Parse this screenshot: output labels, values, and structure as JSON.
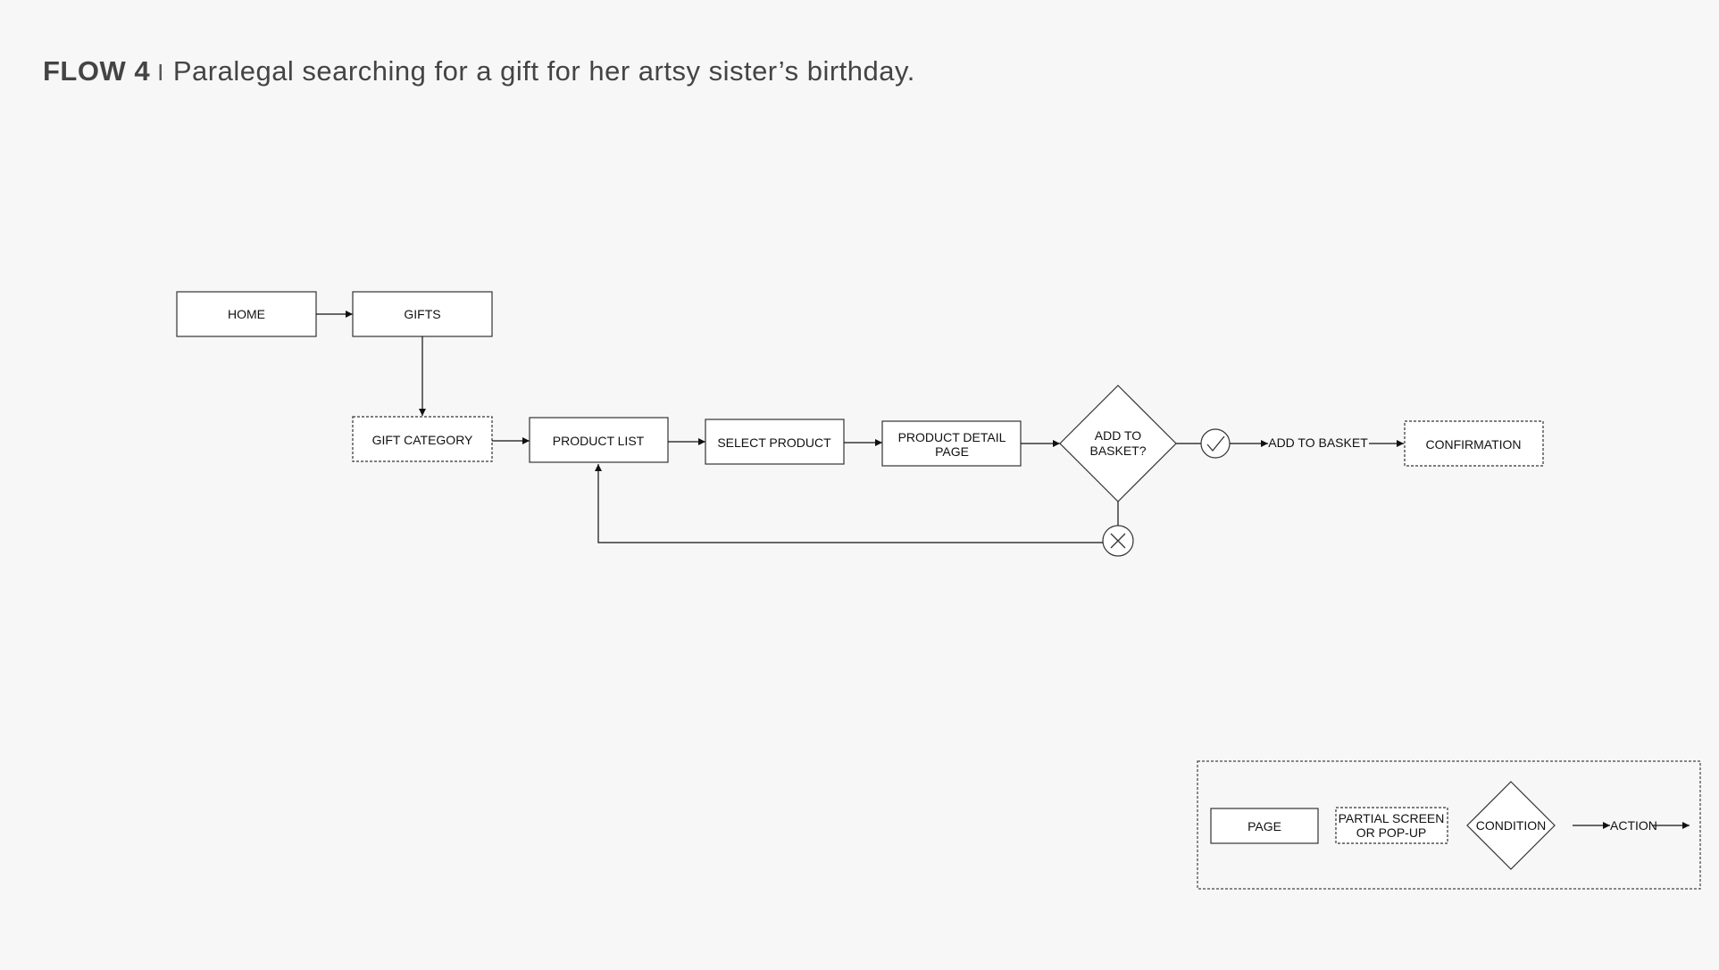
{
  "header": {
    "flow_label": "FLOW 4",
    "separator": "I",
    "description": "Paralegal searching for a gift for her artsy sister’s birthday."
  },
  "flow": {
    "home": "HOME",
    "gifts": "GIFTS",
    "gift_category": "GIFT CATEGORY",
    "product_list": "PRODUCT LIST",
    "select_product": "SELECT PRODUCT",
    "product_detail_line1": "PRODUCT DETAIL",
    "product_detail_line2": "PAGE",
    "decision_line1": "ADD TO",
    "decision_line2": "BASKET?",
    "action_add_to_basket": "ADD TO BASKET",
    "confirmation": "CONFIRMATION",
    "yes_icon": "check-circle-icon",
    "no_icon": "x-circle-icon"
  },
  "legend": {
    "page": "PAGE",
    "partial_line1": "PARTIAL SCREEN",
    "partial_line2": "OR POP-UP",
    "condition": "CONDITION",
    "action": "ACTION"
  }
}
